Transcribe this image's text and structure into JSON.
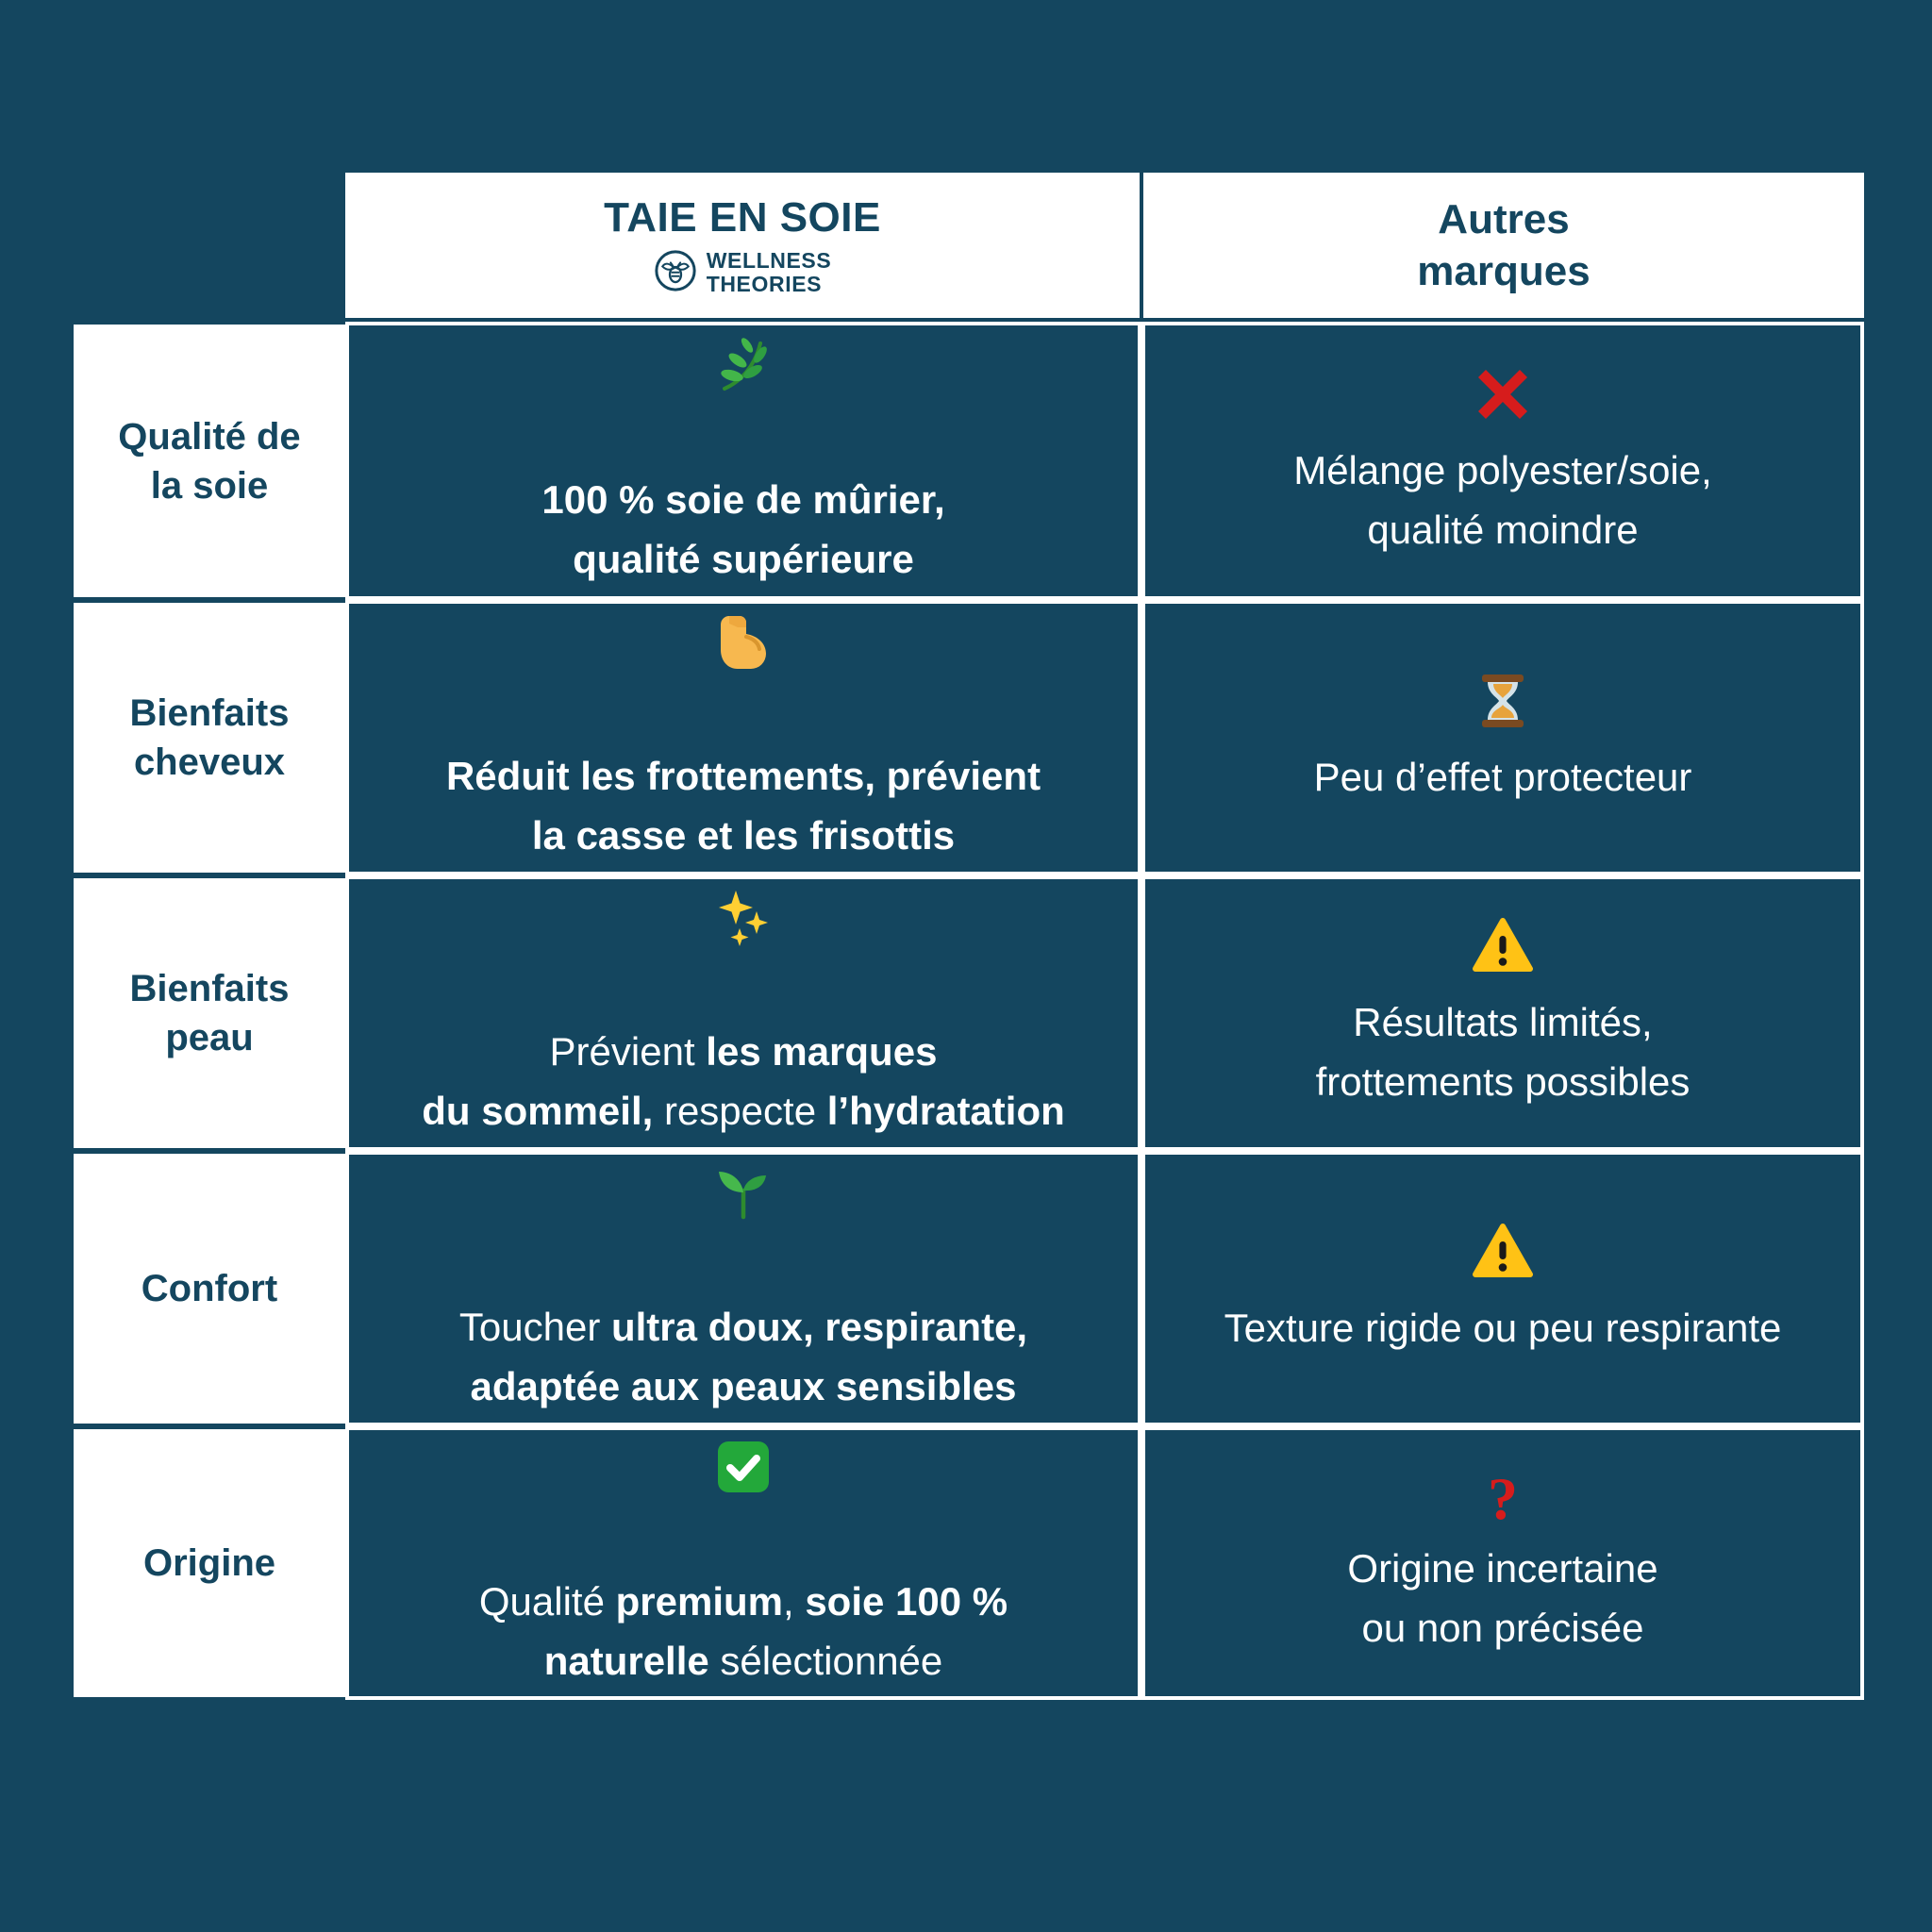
{
  "page": {
    "background": "#14465f",
    "grid_line_color": "#ffffff",
    "label_text_color": "#14465f",
    "content_text_color": "#ffffff",
    "error_red": "#d61c1c",
    "warning_yellow": "#ffc215",
    "check_green": "#23a83a"
  },
  "header": {
    "product": {
      "title": "TAIE EN SOIE",
      "brand_top": "WELLNESS",
      "brand_bottom": "THEORIES",
      "logo_icon": "bee-logo-icon"
    },
    "others": {
      "title": "Autres\nmarques"
    }
  },
  "rows": [
    {
      "label": "Qualité de\nla soie",
      "product": {
        "icon": "herb-icon",
        "segments": [
          {
            "t": "100 % soie de mûrier,\nqualité supérieure",
            "b": true
          }
        ]
      },
      "others": {
        "icon": "cross-mark-icon",
        "text": "Mélange polyester/soie,\nqualité moindre"
      }
    },
    {
      "label": "Bienfaits\ncheveux",
      "product": {
        "icon": "flexed-biceps-icon",
        "segments": [
          {
            "t": "Réduit les frottements, prévient\nla casse et les frisottis",
            "b": true
          }
        ]
      },
      "others": {
        "icon": "hourglass-icon",
        "text": "Peu d’effet protecteur"
      }
    },
    {
      "label": "Bienfaits\npeau",
      "product": {
        "icon": "sparkles-icon",
        "segments": [
          {
            "t": "Prévient ",
            "b": false
          },
          {
            "t": "les marques\ndu sommeil,",
            "b": true
          },
          {
            "t": " respecte ",
            "b": false
          },
          {
            "t": "l’hydratation",
            "b": true
          }
        ]
      },
      "others": {
        "icon": "warning-icon",
        "text": "Résultats limités,\nfrottements possibles"
      }
    },
    {
      "label": "Confort",
      "product": {
        "icon": "seedling-icon",
        "segments": [
          {
            "t": "Toucher ",
            "b": false
          },
          {
            "t": "ultra doux, respirante,\nadaptée aux peaux sensibles",
            "b": true
          }
        ]
      },
      "others": {
        "icon": "warning-icon",
        "text": "Texture rigide ou peu respirante"
      }
    },
    {
      "label": "Origine",
      "product": {
        "icon": "check-mark-icon",
        "segments": [
          {
            "t": "Qualité ",
            "b": false
          },
          {
            "t": "premium",
            "b": true
          },
          {
            "t": ", ",
            "b": false
          },
          {
            "t": "soie 100 %\nnaturelle",
            "b": true
          },
          {
            "t": " sélectionnée",
            "b": false
          }
        ]
      },
      "others": {
        "icon": "red-question-icon",
        "icon_char": "?",
        "text": "Origine incertaine\nou non précisée"
      }
    }
  ],
  "chart_data": {
    "type": "table",
    "columns": [
      "",
      "TAIE EN SOIE — WELLNESS THEORIES",
      "Autres marques"
    ],
    "rows": [
      [
        "Qualité de la soie",
        "100 % soie de mûrier, qualité supérieure",
        "Mélange polyester/soie, qualité moindre"
      ],
      [
        "Bienfaits cheveux",
        "Réduit les frottements, prévient la casse et les frisottis",
        "Peu d’effet protecteur"
      ],
      [
        "Bienfaits peau",
        "Prévient les marques du sommeil, respecte l’hydratation",
        "Résultats limités, frottements possibles"
      ],
      [
        "Confort",
        "Toucher ultra doux, respirante, adaptée aux peaux sensibles",
        "Texture rigide ou peu respirante"
      ],
      [
        "Origine",
        "Qualité premium, soie 100 % naturelle sélectionnée",
        "Origine incertaine ou non précisée"
      ]
    ],
    "legend_position": "none",
    "grid": true
  }
}
